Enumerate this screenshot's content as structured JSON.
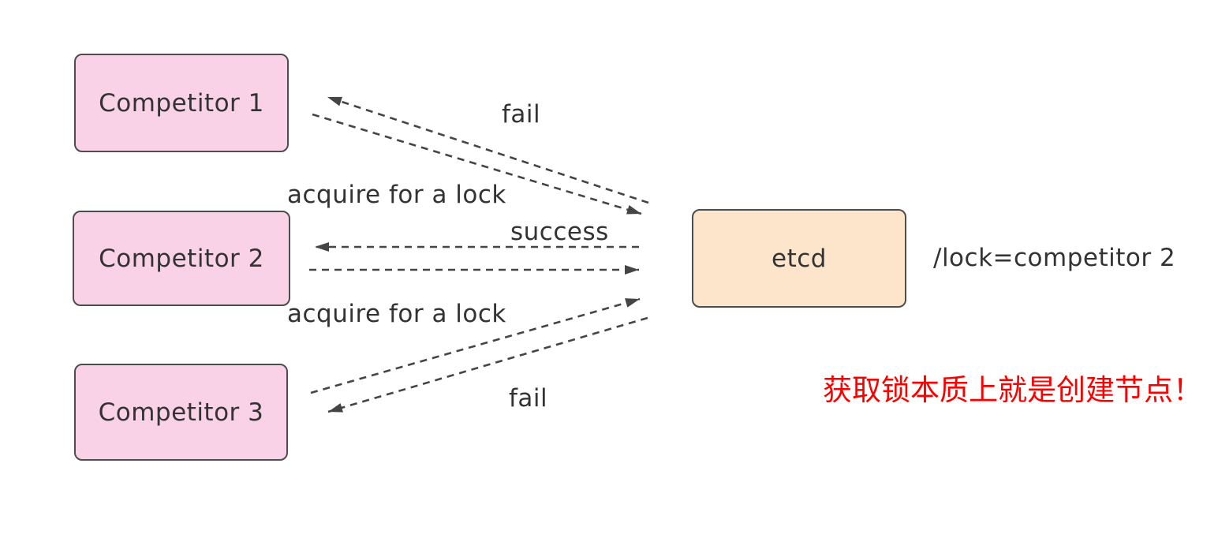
{
  "diagram": {
    "nodes": [
      {
        "id": "competitor-1",
        "label": "Competitor 1"
      },
      {
        "id": "competitor-2",
        "label": "Competitor 2"
      },
      {
        "id": "competitor-3",
        "label": "Competitor 3"
      },
      {
        "id": "etcd",
        "label": "etcd"
      }
    ],
    "edges": [
      {
        "name": "competitor1-acquire-request",
        "from": "competitor-1",
        "to": "etcd",
        "style": "dashed",
        "label": ""
      },
      {
        "name": "competitor1-response-fail",
        "from": "etcd",
        "to": "competitor-1",
        "style": "dashed",
        "label": "fail"
      },
      {
        "name": "competitor2-acquire-request",
        "from": "competitor-2",
        "to": "etcd",
        "style": "dashed",
        "label": "acquire for a lock"
      },
      {
        "name": "competitor2-response-success",
        "from": "etcd",
        "to": "competitor-2",
        "style": "dashed",
        "label": "success"
      },
      {
        "name": "competitor3-acquire-request",
        "from": "competitor-3",
        "to": "etcd",
        "style": "dashed",
        "label": "acquire for a lock"
      },
      {
        "name": "competitor3-response-fail",
        "from": "etcd",
        "to": "competitor-3",
        "style": "dashed",
        "label": "fail"
      }
    ]
  },
  "annotations": {
    "lock_value": "/lock=competitor 2",
    "note": "获取锁本质上就是创建节点！"
  },
  "colors": {
    "competitor_fill": "#fad2e8",
    "etcd_fill": "#fce5cb",
    "node_border": "#4d4d4d",
    "arrow": "#454545",
    "text": "#333333",
    "note_red": "#fb0000",
    "background": "#ffffff"
  }
}
